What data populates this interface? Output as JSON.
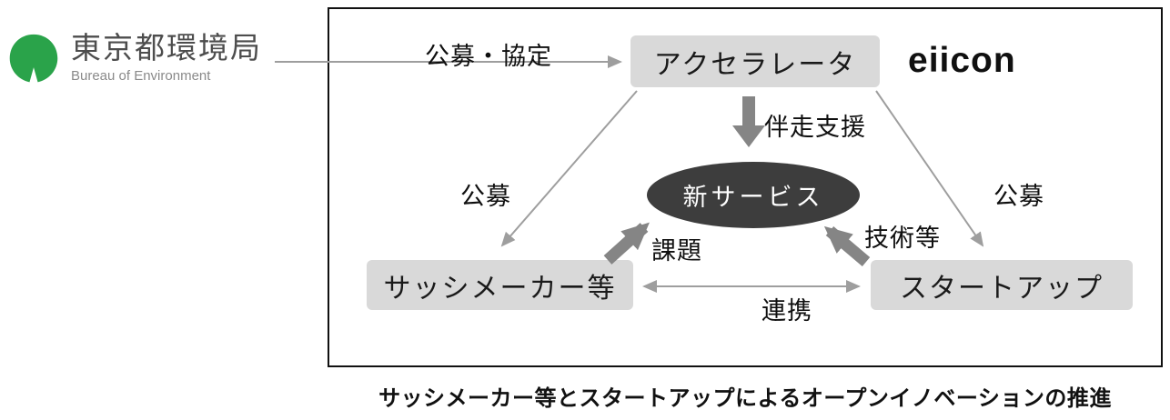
{
  "logo": {
    "title": "東京都環境局",
    "subtitle": "Bureau of Environment"
  },
  "eiicon_logo": "eiicon",
  "nodes": {
    "accelerator": "アクセラレータ",
    "new_service": "新サービス",
    "sash_maker": "サッシメーカー等",
    "startup": "スタートアップ"
  },
  "edge_labels": {
    "koubo_kyoutei": "公募・協定",
    "bansou_shien": "伴走支援",
    "koubo_left": "公募",
    "koubo_right": "公募",
    "kadai": "課題",
    "gijutsu_tou": "技術等",
    "renkei": "連携"
  },
  "caption": "サッシメーカー等とスタートアップによるオープンイノベーションの推進",
  "colors": {
    "box_bg": "#d9d9d9",
    "ellipse_bg": "#3d3d3d",
    "arrow_thin": "#9e9e9e",
    "arrow_thick": "#858585",
    "logo_green": "#2aa34a",
    "frame_border": "#111111"
  }
}
